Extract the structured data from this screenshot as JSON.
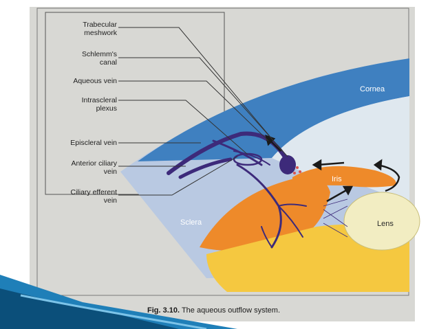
{
  "figure": {
    "labels": {
      "trabecular_meshwork": "Trabecular\nmeshwork",
      "schlemms_canal": "Schlemm's\ncanal",
      "aqueous_vein": "Aqueous vein",
      "intrascleral_plexus": "Intrascleral\nplexus",
      "episcleral_vein": "Episcleral vein",
      "anterior_ciliary_vein": "Anterior ciliary\nvein",
      "ciliary_efferent_vein": "Ciliary efferent\nvein"
    },
    "regions": {
      "cornea": "Cornea",
      "iris": "Iris",
      "sclera": "Sclera",
      "lens": "Lens"
    },
    "caption_number": "Fig. 3.10.",
    "caption_text": "The aqueous outflow system."
  },
  "colors": {
    "cornea": "#3f80c0",
    "sclera": "#b9c9e2",
    "iris": "#ee8a2a",
    "lens": "#f2edc2",
    "vein": "#3d2a7a",
    "slide_accent": "#1f7fb8"
  }
}
